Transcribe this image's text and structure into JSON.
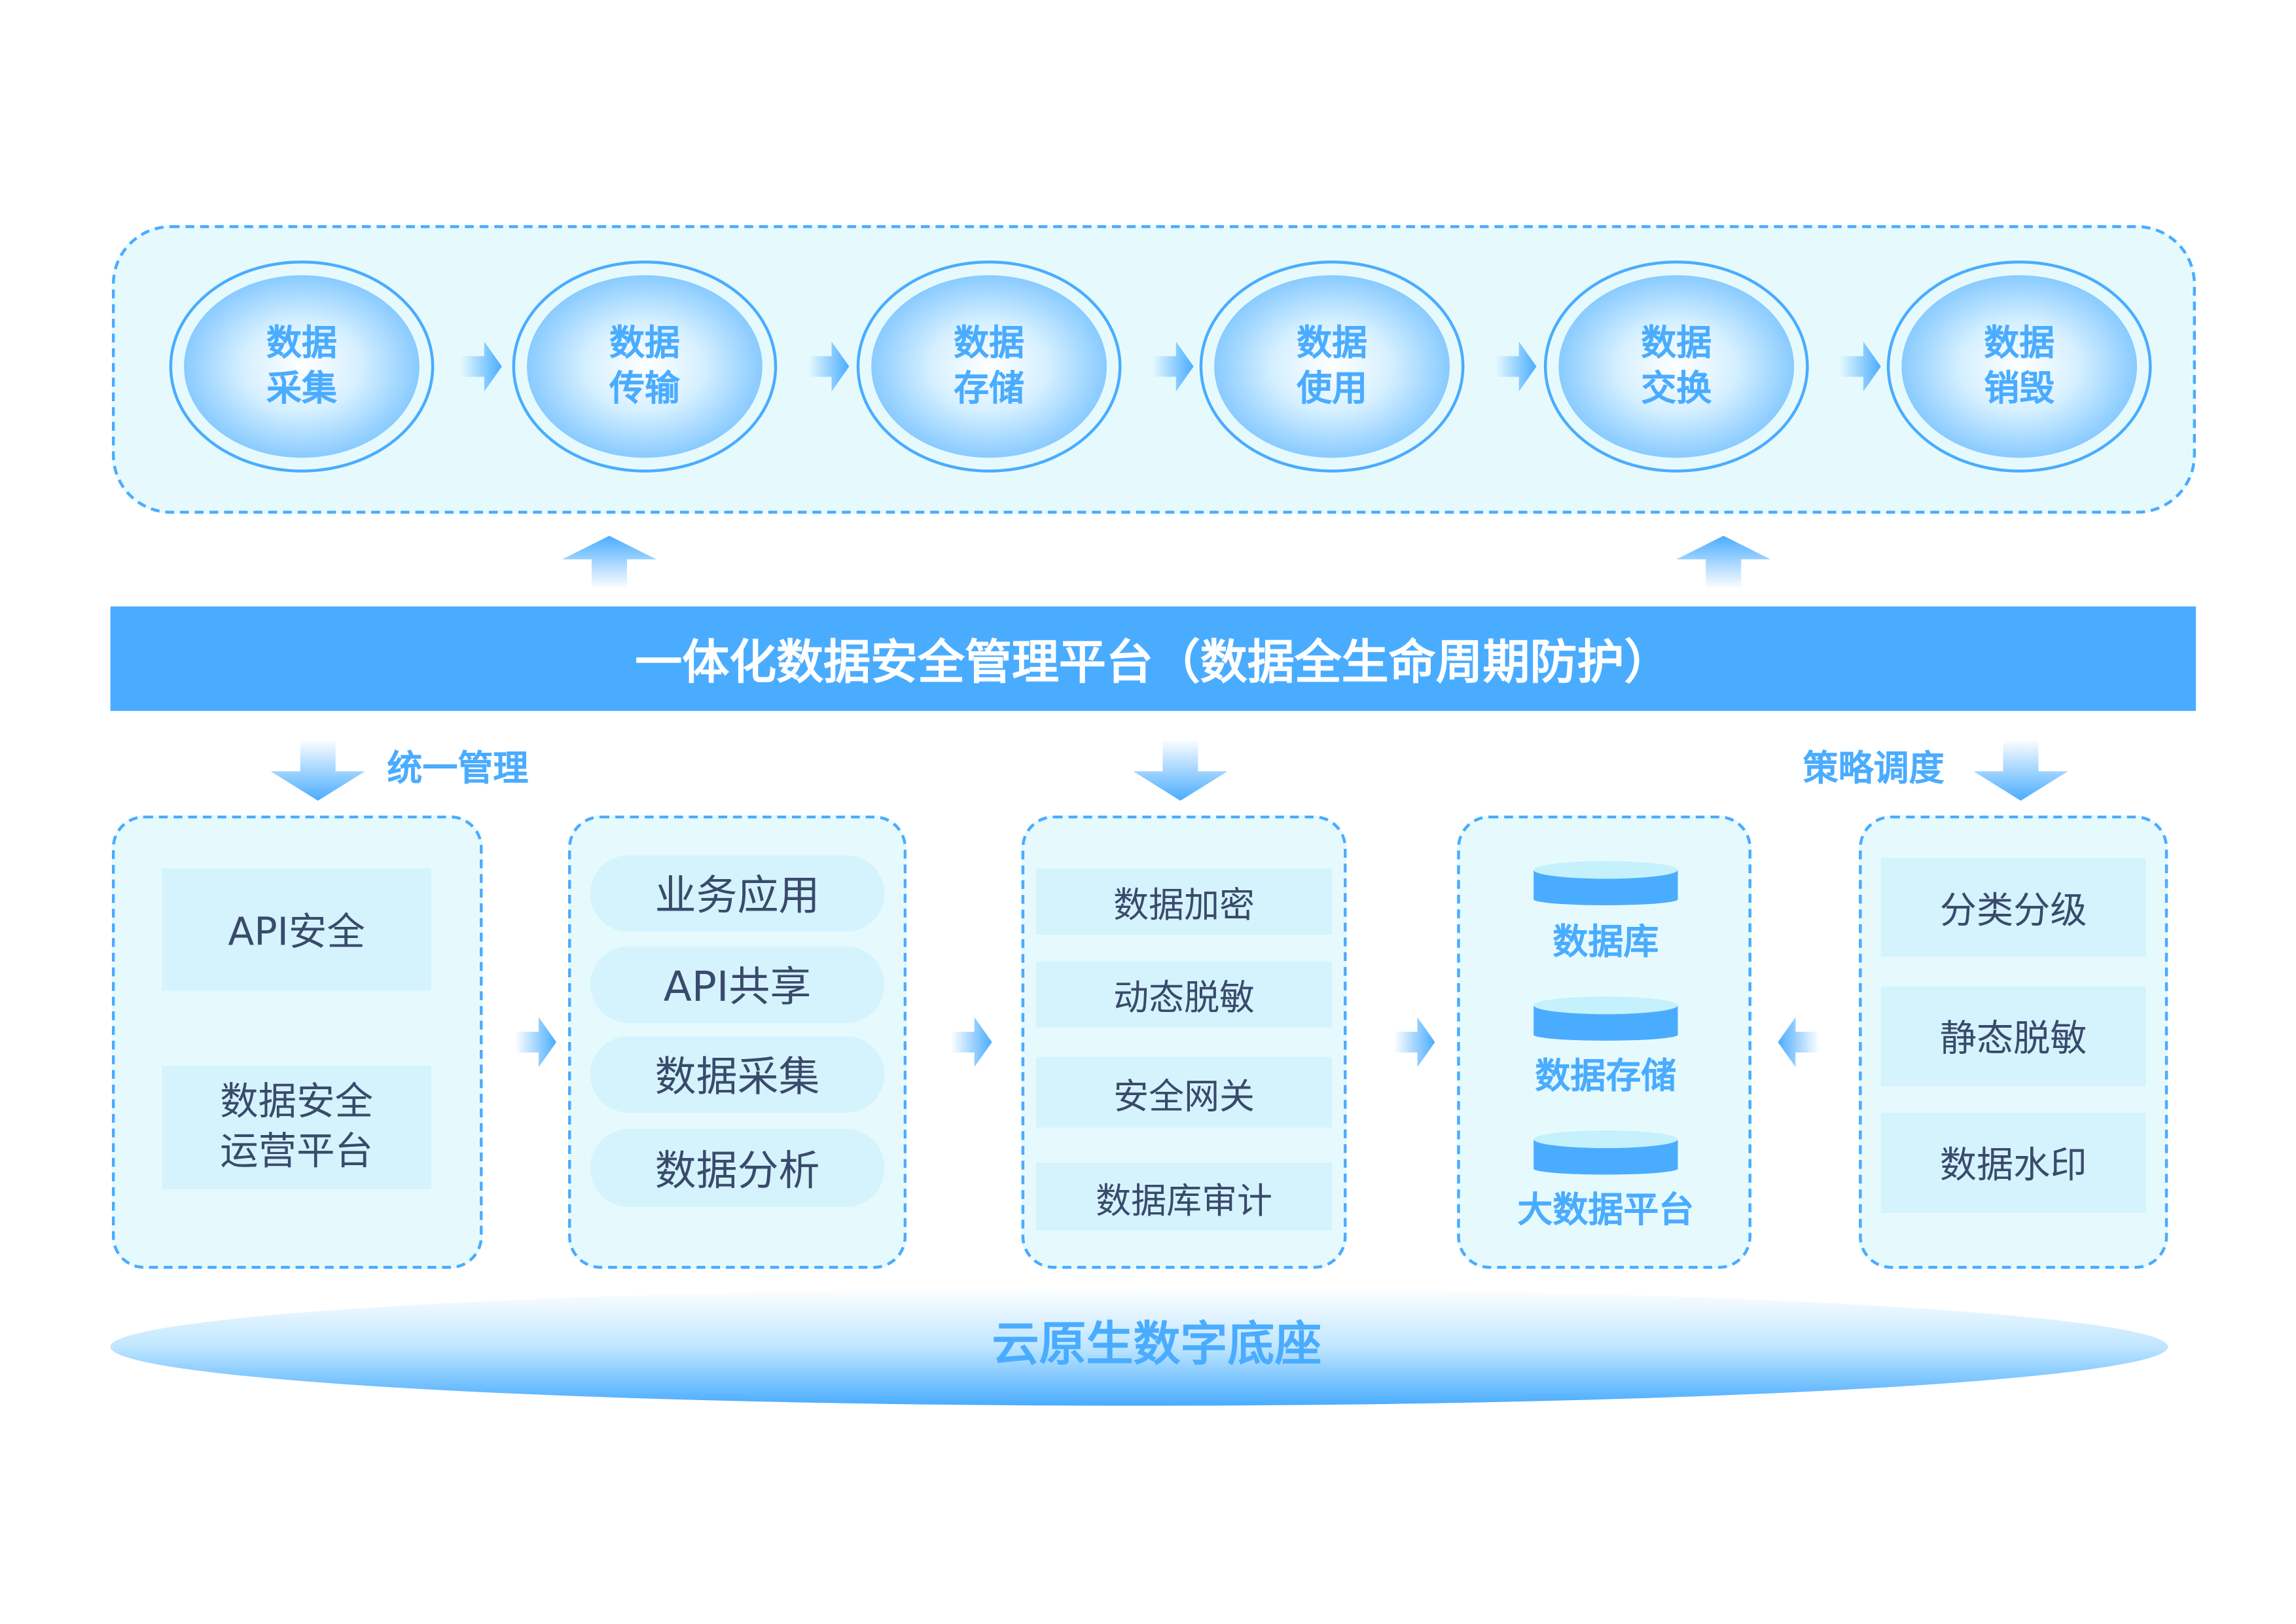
{
  "lifecycle": [
    {
      "line1": "数据",
      "line2": "采集"
    },
    {
      "line1": "数据",
      "line2": "传输"
    },
    {
      "line1": "数据",
      "line2": "存储"
    },
    {
      "line1": "数据",
      "line2": "使用"
    },
    {
      "line1": "数据",
      "line2": "交换"
    },
    {
      "line1": "数据",
      "line2": "销毁"
    }
  ],
  "banner": "一体化数据安全管理平台（数据全生命周期防护）",
  "labels": {
    "unified": "统一管理",
    "strategy": "策略调度"
  },
  "box1": {
    "items": [
      "API安全"
    ],
    "multi": {
      "line1": "数据安全",
      "line2": "运营平台"
    }
  },
  "box2": {
    "items": [
      "业务应用",
      "API共享",
      "数据采集",
      "数据分析"
    ]
  },
  "box3": {
    "items": [
      "数据加密",
      "动态脱敏",
      "安全网关",
      "数据库审计"
    ]
  },
  "box4": {
    "items": [
      "数据库",
      "数据存储",
      "大数据平台"
    ]
  },
  "box5": {
    "items": [
      "分类分级",
      "静态脱敏",
      "数据水印"
    ]
  },
  "base": "云原生数字底座",
  "colors": {
    "accent": "#4aacff",
    "panel": "#e6fafe",
    "item": "#d4f3fd",
    "text": "#3a4a6b"
  }
}
